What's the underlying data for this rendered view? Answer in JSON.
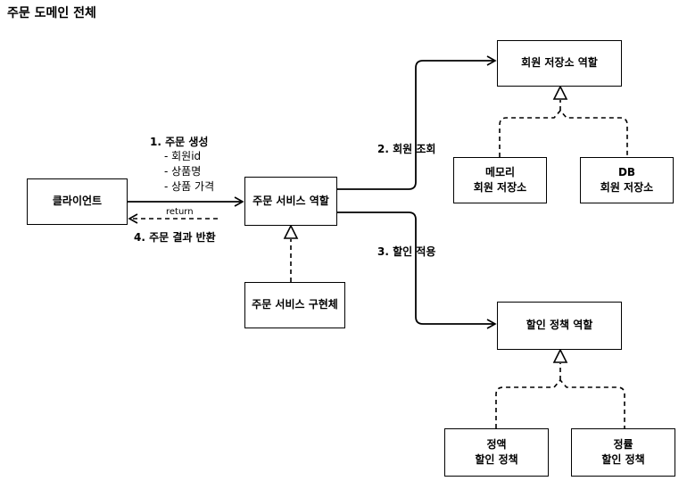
{
  "title": "주문 도메인 전체",
  "nodes": {
    "client": "클라이언트",
    "order_service_role": "주문 서비스 역할",
    "order_service_impl": "주문 서비스 구현체",
    "member_repo_role": "회원 저장소 역할",
    "memory_repo": [
      "메모리",
      "회원 저장소"
    ],
    "db_repo": [
      "DB",
      "회원 저장소"
    ],
    "discount_policy_role": "할인 정책 역할",
    "fixed_discount": [
      "정액",
      "할인 정책"
    ],
    "rate_discount": [
      "정률",
      "할인 정책"
    ]
  },
  "edges": {
    "create_order": "1. 주문 생성",
    "create_order_params": [
      "- 회원id",
      "- 상품명",
      "- 상품 가격"
    ],
    "return_label": "return",
    "return_result": "4. 주문 결과 반환",
    "member_lookup": "2. 회원 조회",
    "apply_discount": "3. 할인 적용"
  }
}
